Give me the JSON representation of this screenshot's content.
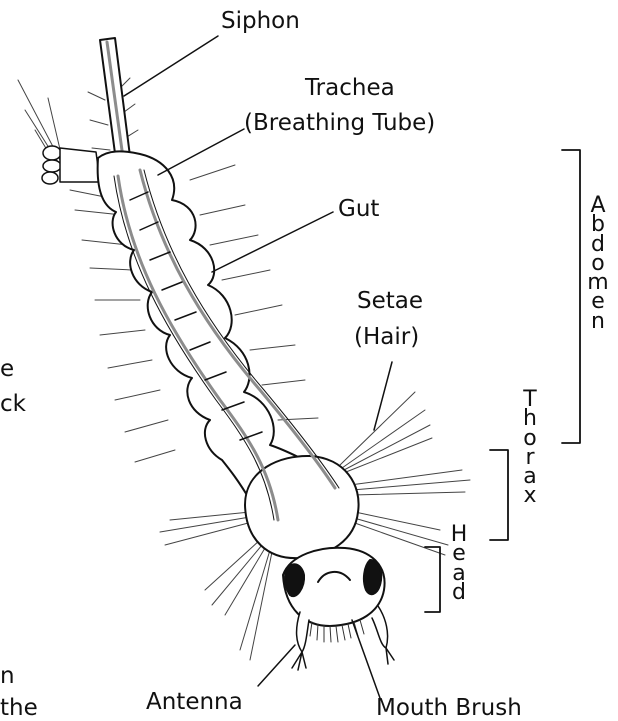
{
  "labels": {
    "siphon": "Siphon",
    "trachea": "Trachea",
    "breathing_tube": "(Breathing Tube)",
    "gut": "Gut",
    "setae": "Setae",
    "hair": "(Hair)",
    "antenna": "Antenna",
    "mouth_brush": "Mouth Brush"
  },
  "body_regions": {
    "abdomen": "Abdomen",
    "thorax": "Thorax",
    "head": "Head"
  },
  "cropped_text": [
    "e",
    "ck",
    "n",
    "the"
  ],
  "colors": {
    "ink": "#111111",
    "tube": "#8c8c8c",
    "background": "#ffffff"
  }
}
